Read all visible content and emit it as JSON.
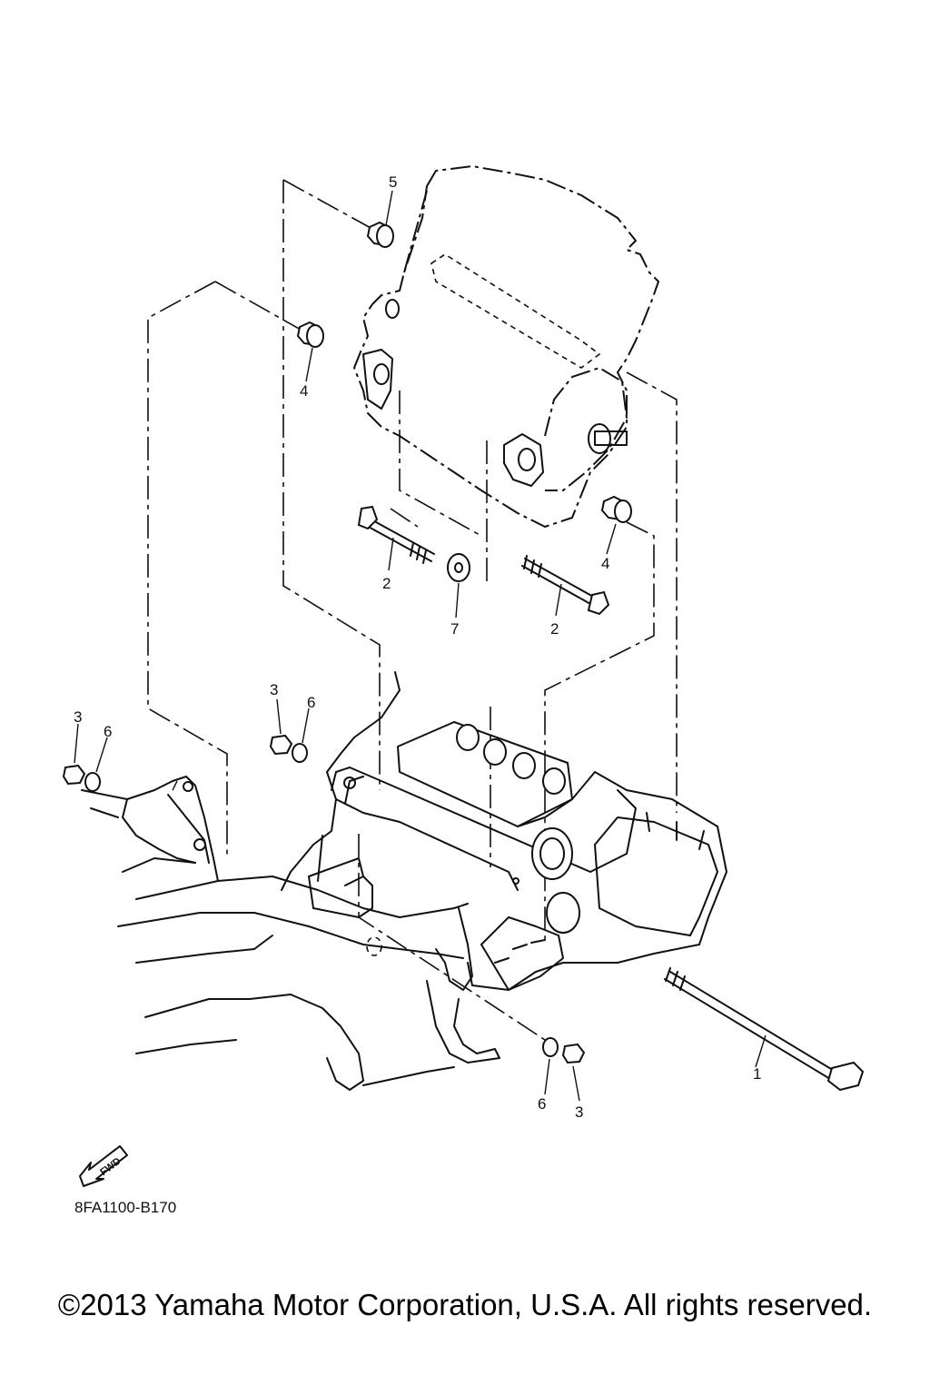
{
  "diagram": {
    "callouts": [
      {
        "id": "c1",
        "text": "1"
      },
      {
        "id": "c2a",
        "text": "2"
      },
      {
        "id": "c2b",
        "text": "2"
      },
      {
        "id": "c3a",
        "text": "3"
      },
      {
        "id": "c3b",
        "text": "3"
      },
      {
        "id": "c3c",
        "text": "3"
      },
      {
        "id": "c4a",
        "text": "4"
      },
      {
        "id": "c4b",
        "text": "4"
      },
      {
        "id": "c5",
        "text": "5"
      },
      {
        "id": "c6a",
        "text": "6"
      },
      {
        "id": "c6b",
        "text": "6"
      },
      {
        "id": "c6c",
        "text": "6"
      },
      {
        "id": "c7",
        "text": "7"
      }
    ],
    "fwd_label": "FWD",
    "drawing_code": "8FA1100-B170"
  },
  "footer": {
    "copyright": "©2013 Yamaha Motor Corporation, U.S.A. All rights reserved."
  }
}
